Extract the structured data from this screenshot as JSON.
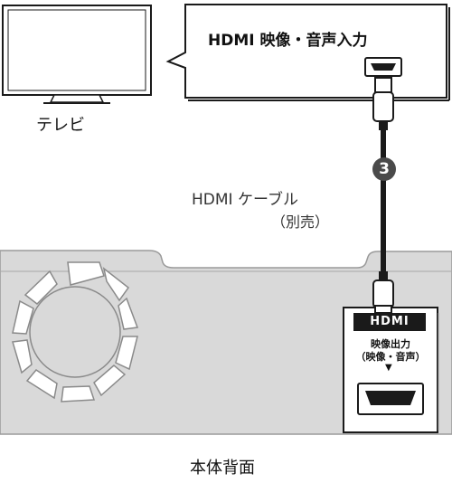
{
  "tv": {
    "label": "テレビ"
  },
  "callout": {
    "title": "HDMI 映像・音声入力"
  },
  "cable": {
    "label": "HDMI ケーブル",
    "note": "（別売）",
    "step": "3"
  },
  "port": {
    "logo": "HDMI",
    "line1": "映像出力",
    "line2": "（映像・音声）",
    "arrow": "▼"
  },
  "unit": {
    "label": "本体背面"
  },
  "colors": {
    "line": "#1a1a1a",
    "panel": "#d9d9d9",
    "panel_edge": "#9a9a9a",
    "badge": "#4a4a4a"
  }
}
